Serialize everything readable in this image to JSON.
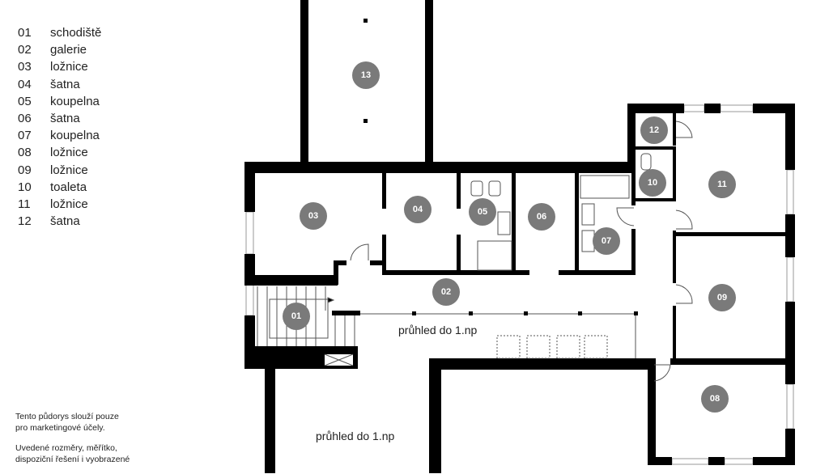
{
  "legend": [
    {
      "num": "01",
      "name": "schodiště"
    },
    {
      "num": "02",
      "name": "galerie"
    },
    {
      "num": "03",
      "name": "ložnice"
    },
    {
      "num": "04",
      "name": "šatna"
    },
    {
      "num": "05",
      "name": "koupelna"
    },
    {
      "num": "06",
      "name": "šatna"
    },
    {
      "num": "07",
      "name": "koupelna"
    },
    {
      "num": "08",
      "name": "ložnice"
    },
    {
      "num": "09",
      "name": "ložnice"
    },
    {
      "num": "10",
      "name": "toaleta"
    },
    {
      "num": "11",
      "name": "ložnice"
    },
    {
      "num": "12",
      "name": "šatna"
    }
  ],
  "rooms": {
    "r01": "01",
    "r02": "02",
    "r03": "03",
    "r04": "04",
    "r05": "05",
    "r06": "06",
    "r07": "07",
    "r08": "08",
    "r09": "09",
    "r10": "10",
    "r11": "11",
    "r12": "12",
    "r13": "13"
  },
  "plan_labels": {
    "void_upper": "průhled do 1.np",
    "void_lower": "průhled do 1.np"
  },
  "note": {
    "p1a": "Tento půdorys slouží pouze",
    "p1b": "pro marketingové účely.",
    "p2a": "Uvedené rozměry, měřítko,",
    "p2b": "dispoziční řešení i vyobrazené"
  }
}
